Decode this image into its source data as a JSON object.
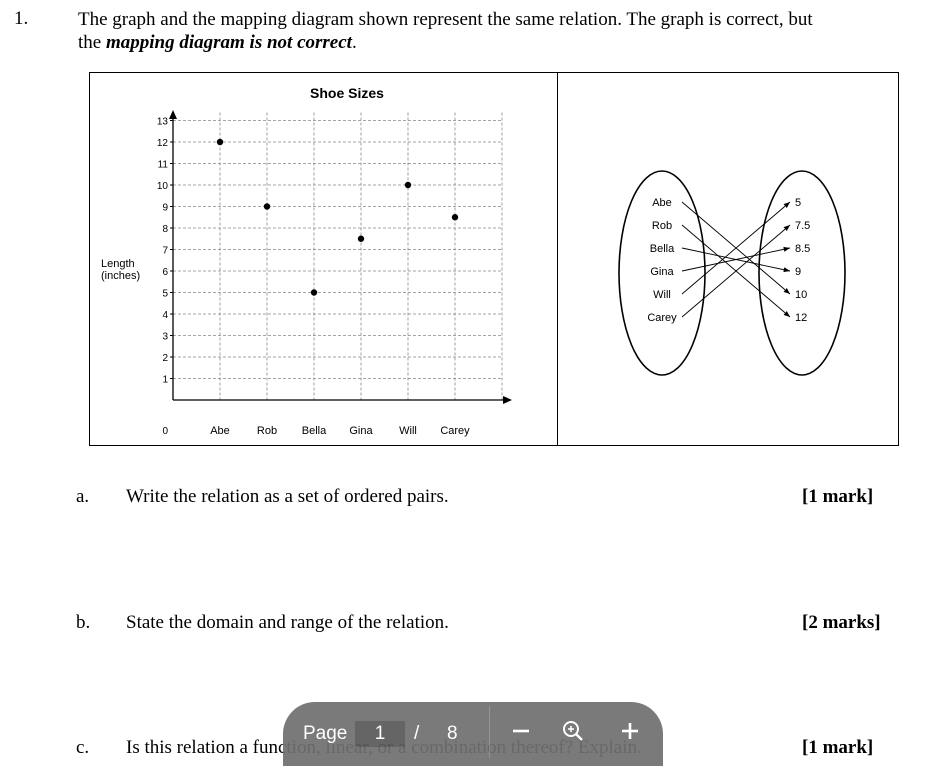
{
  "question": {
    "number": "1.",
    "line1": "The graph and the mapping diagram shown represent the same relation. The graph is correct, but",
    "line2_prefix": "the ",
    "line2_emphasis": "mapping diagram is not correct",
    "line2_suffix": "."
  },
  "chart_data": {
    "type": "scatter",
    "title": "Shoe Sizes",
    "ylabel_line1": "Length",
    "ylabel_line2": "(inches)",
    "xlabel": "",
    "categories": [
      "Abe",
      "Rob",
      "Bella",
      "Gina",
      "Will",
      "Carey"
    ],
    "values": [
      12,
      9,
      5,
      7.5,
      10,
      8.5
    ],
    "ylim": [
      0,
      13
    ],
    "yticks": [
      "0",
      "1",
      "2",
      "3",
      "4",
      "5",
      "6",
      "7",
      "8",
      "9",
      "10",
      "11",
      "12",
      "13"
    ],
    "grid": true,
    "grid_style": "dashed"
  },
  "mapping": {
    "domain": [
      "Abe",
      "Rob",
      "Bella",
      "Gina",
      "Will",
      "Carey"
    ],
    "range": [
      "5",
      "7.5",
      "8.5",
      "9",
      "10",
      "12"
    ],
    "arrows": [
      {
        "from": "Abe",
        "to": "10"
      },
      {
        "from": "Rob",
        "to": "12"
      },
      {
        "from": "Bella",
        "to": "9"
      },
      {
        "from": "Gina",
        "to": "8.5"
      },
      {
        "from": "Will",
        "to": "5"
      },
      {
        "from": "Carey",
        "to": "7.5"
      }
    ]
  },
  "parts": [
    {
      "label": "a.",
      "text": "Write the relation as a set of ordered pairs.",
      "marks": "[1 mark]"
    },
    {
      "label": "b.",
      "text": "State the domain and range of the relation.",
      "marks": "[2 marks]"
    },
    {
      "label": "c.",
      "text": "Is this relation a function, linear, or a combination thereof? Explain.",
      "marks": "[1 mark]"
    }
  ],
  "toolbar": {
    "page_label": "Page",
    "current_page": "1",
    "separator": "/",
    "total_pages": "8",
    "icons": [
      "zoom-out-icon",
      "zoom-fit-icon",
      "zoom-in-icon"
    ],
    "background": "#707070"
  }
}
